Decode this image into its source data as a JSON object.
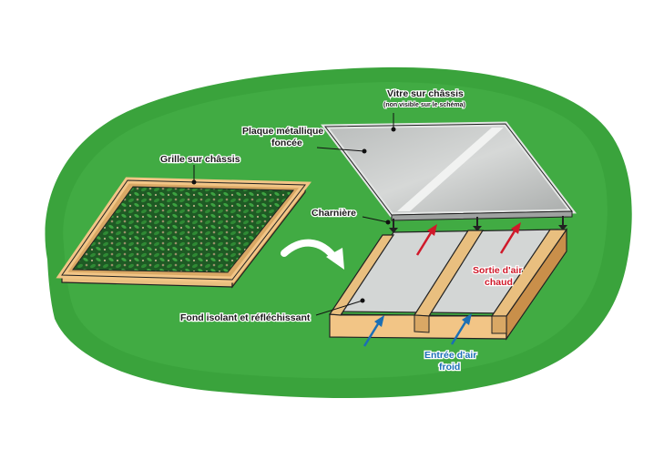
{
  "labels": {
    "grille": "Grille sur châssis",
    "vitre": "Vitre sur châssis",
    "vitre_note": "(non visible sur le schéma)",
    "plaque_1": "Plaque métallique",
    "plaque_2": "foncée",
    "charniere": "Charnière",
    "fond": "Fond isolant et réfléchissant",
    "sortie_1": "Sortie d'air",
    "sortie_2": "chaud",
    "entree_1": "Entrée d'air",
    "entree_2": "froid"
  },
  "colors": {
    "background_blob": "#3aa33c",
    "wood": "#f2c586",
    "wood_dark": "#c98f4a",
    "metal": "#c4c7c6",
    "hot_arrow": "#d0192a",
    "cold_arrow": "#1b6fb5"
  }
}
